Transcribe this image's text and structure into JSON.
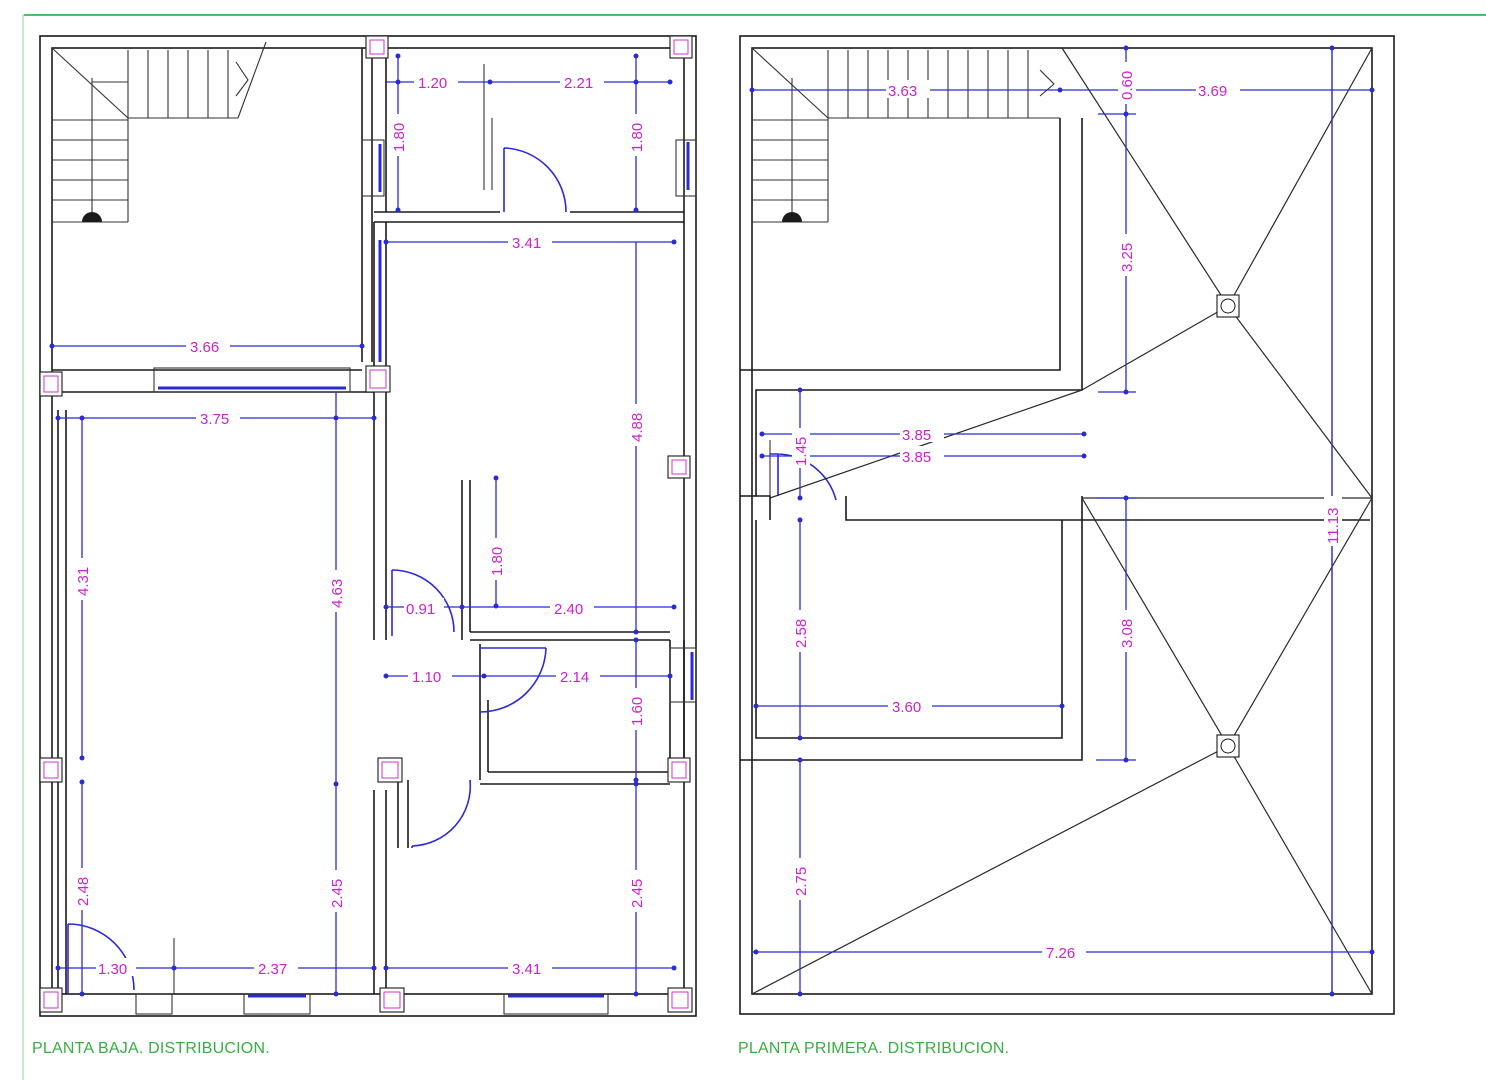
{
  "captions": {
    "ground": "PLANTA BAJA. DISTRIBUCION.",
    "first": "PLANTA PRIMERA. DISTRIBUCION."
  },
  "dims_ground": {
    "d120": "1.20",
    "d221": "2.21",
    "d180a": "1.80",
    "d180b": "1.80",
    "d341a": "3.41",
    "d366": "3.66",
    "d375": "3.75",
    "d488": "4.88",
    "d431": "4.31",
    "d463": "4.63",
    "d180c": "1.80",
    "d091": "0.91",
    "d240": "2.40",
    "d110": "1.10",
    "d214": "2.14",
    "d160": "1.60",
    "d248": "2.48",
    "d245a": "2.45",
    "d245b": "2.45",
    "d130": "1.30",
    "d237": "2.37",
    "d341b": "3.41"
  },
  "dims_first": {
    "d363": "3.63",
    "d060": "0.60",
    "d369": "3.69",
    "d325": "3.25",
    "d385a": "3.85",
    "d385b": "3.85",
    "d145": "1.45",
    "d1113": "11.13",
    "d258": "2.58",
    "d308": "3.08",
    "d360": "3.60",
    "d275": "2.75",
    "d726": "7.26"
  },
  "colors": {
    "wall": "#1a1a1a",
    "dimension_line": "#2b2bd6",
    "dimension_text": "#d020d0",
    "caption": "#35b040",
    "frame": "#4cc070"
  }
}
